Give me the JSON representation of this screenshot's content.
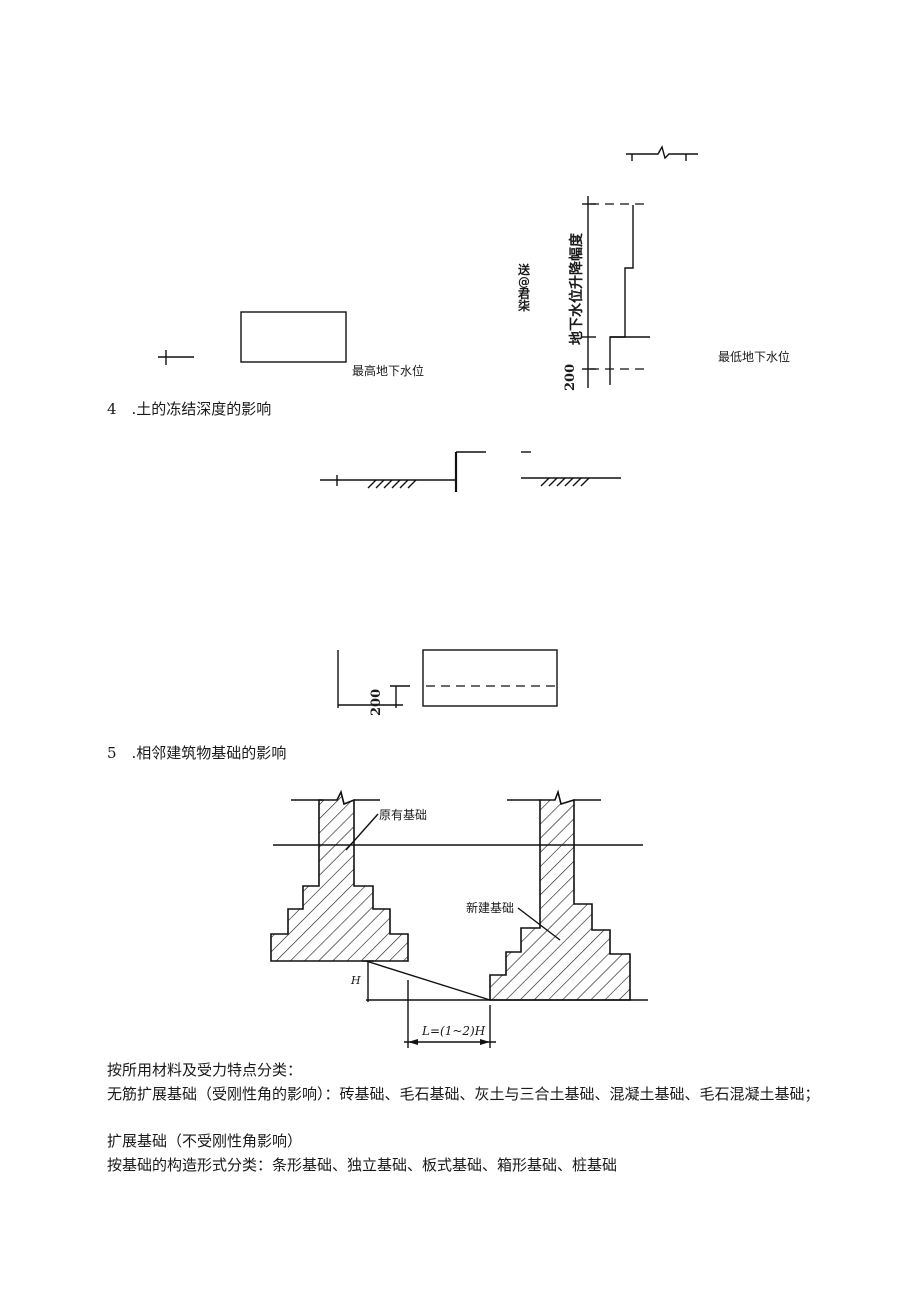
{
  "figure1": {
    "label_highest": "最高地下水位",
    "label_lowest": "最低地下水位",
    "vertical_label": "地下水位升降幅度",
    "dim_value": "200",
    "side_mark_1": "送",
    "side_mark_2": "@",
    "side_mark_3": "君",
    "side_mark_4": "柒"
  },
  "section4": {
    "heading": "4　.土的冻结深度的影响"
  },
  "figure2": {
    "dim_value": "200"
  },
  "section5": {
    "heading": "5　.相邻建筑物基础的影响"
  },
  "figure3": {
    "label_existing": "原有基础",
    "label_new": "新建基础",
    "label_h": "H",
    "label_l": "L=(1~2)H"
  },
  "body": {
    "line1": "按所用材料及受力特点分类：",
    "line2": "无筋扩展基础（受刚性角的影响）：砖基础、毛石基础、灰土与三合土基础、混凝土基础、毛石混凝土基础；",
    "line3": "扩展基础（不受刚性角影响）",
    "line4": "按基础的构造形式分类：条形基础、独立基础、板式基础、箱形基础、桩基础"
  }
}
